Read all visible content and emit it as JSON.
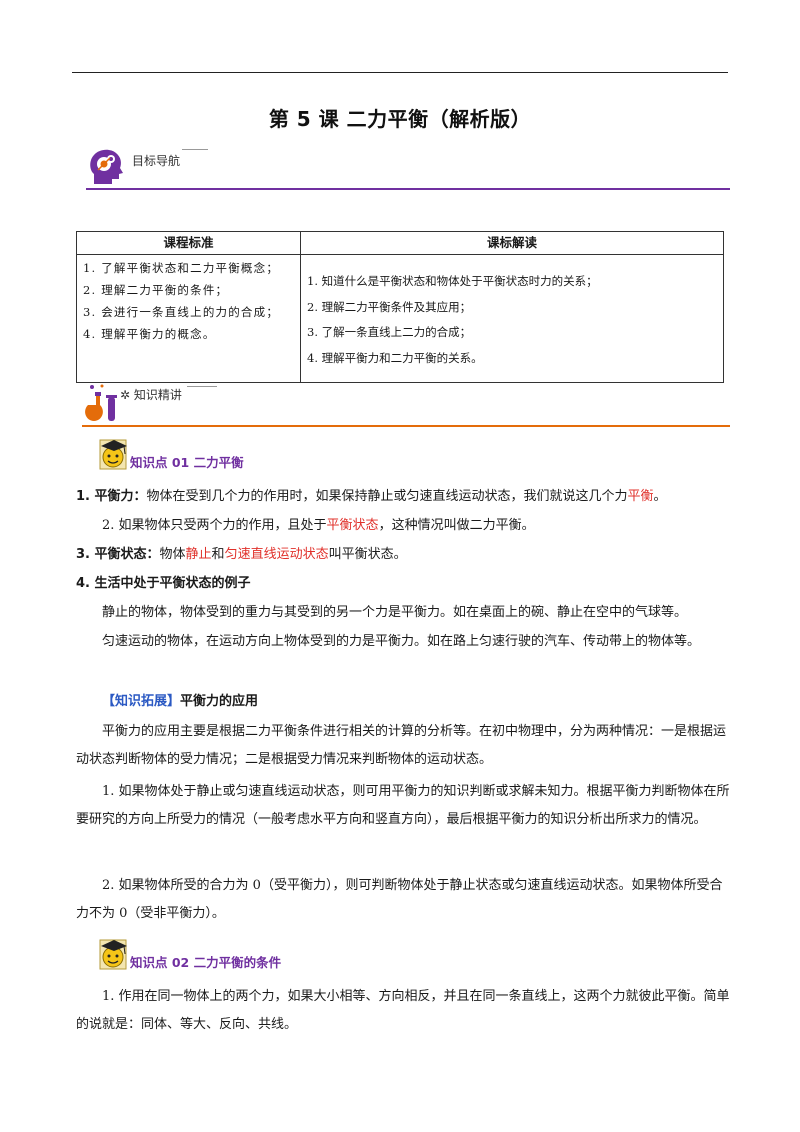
{
  "title": "第 5 课    二力平衡（解析版）",
  "section1": {
    "label": "目标导航",
    "bar_color": "#7030a0"
  },
  "table": {
    "headers": [
      "课程标准",
      "课标解读"
    ],
    "left_items": [
      "1. 了解平衡状态和二力平衡概念；",
      "2. 理解二力平衡的条件；",
      "3. 会进行一条直线上的力的合成；",
      "4. 理解平衡力的概念。"
    ],
    "right_items": [
      "1. 知道什么是平衡状态和物体处于平衡状态时力的关系；",
      "2. 理解二力平衡条件及其应用；",
      "3. 了解一条直线上二力的合成；",
      "4. 理解平衡力和二力平衡的关系。"
    ]
  },
  "section2": {
    "label": "知识精讲",
    "bar_color": "#e46c0a"
  },
  "kp1": {
    "label": "知识点 01    二力平衡"
  },
  "p1": {
    "head": "1. 平衡力：",
    "text": "物体在受到几个力的作用时，如果保持静止或匀速直线运动状态，我们就说这几个力",
    "red": "平衡",
    "end": "。"
  },
  "p2": {
    "text1": "2. 如果物体只受两个力的作用，且处于",
    "red": "平衡状态",
    "text2": "，这种情况叫做二力平衡。"
  },
  "p3": {
    "head": "3. 平衡状态：",
    "text1": "物体",
    "red1": "静止",
    "text2": "和",
    "red2": "匀速直线运动状态",
    "text3": "叫平衡状态。"
  },
  "p4": {
    "head": "4. 生活中处于平衡状态的例子"
  },
  "p5": "静止的物体，物体受到的重力与其受到的另一个力是平衡力。如在桌面上的碗、静止在空中的气球等。",
  "p6": "匀速运动的物体，在运动方向上物体受到的力是平衡力。如在路上匀速行驶的汽车、传动带上的物体等。",
  "ext": {
    "tag": "【知识拓展】",
    "title": "平衡力的应用"
  },
  "p7": "平衡力的应用主要是根据二力平衡条件进行相关的计算的分析等。在初中物理中，分为两种情况：一是根据运动状态判断物体的受力情况；二是根据受力情况来判断物体的运动状态。",
  "p8": "1. 如果物体处于静止或匀速直线运动状态，则可用平衡力的知识判断或求解未知力。根据平衡力判断物体在所要研究的方向上所受力的情况（一般考虑水平方向和竖直方向），最后根据平衡力的知识分析出所求力的情况。",
  "p9": "2. 如果物体所受的合力为 0（受平衡力），则可判断物体处于静止状态或匀速直线运动状态。如果物体所受合力不为 0（受非平衡力）。",
  "kp2": {
    "label": "知识点 02    二力平衡的条件"
  },
  "p10": "1. 作用在同一物体上的两个力，如果大小相等、方向相反，并且在同一条直线上，这两个力就彼此平衡。简单的说就是：同体、等大、反向、共线。",
  "colors": {
    "purple": "#7030a0",
    "orange": "#e46c0a",
    "red": "#e0302a",
    "blue": "#2b59c3"
  }
}
